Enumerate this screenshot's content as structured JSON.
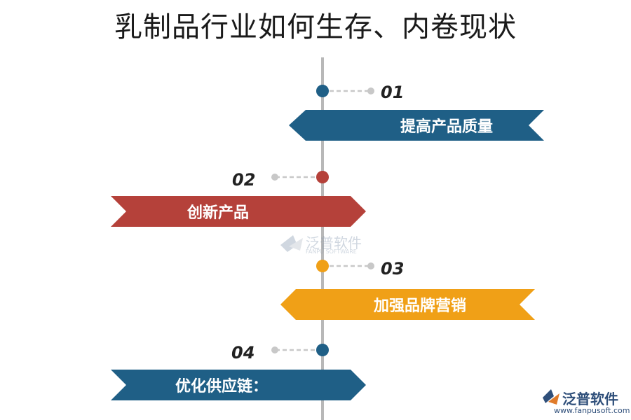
{
  "title": "乳制品行业如何生存、内卷现状",
  "steps": [
    {
      "num": "01",
      "label": "提高产品质量",
      "color": "#1f5f86"
    },
    {
      "num": "02",
      "label": "创新产品",
      "color": "#b5413a"
    },
    {
      "num": "03",
      "label": "加强品牌营销",
      "color": "#f0a017"
    },
    {
      "num": "04",
      "label": "优化供应链：",
      "color": "#1f5f86"
    }
  ],
  "watermark": {
    "name": "泛普软件",
    "sub": "FANPU SOFTWARE"
  },
  "logo": {
    "name": "泛普软件",
    "url": "www.fanpusoft.com"
  },
  "colors": {
    "axis": "#b8b8b8",
    "connector": "#c8c8c8"
  }
}
